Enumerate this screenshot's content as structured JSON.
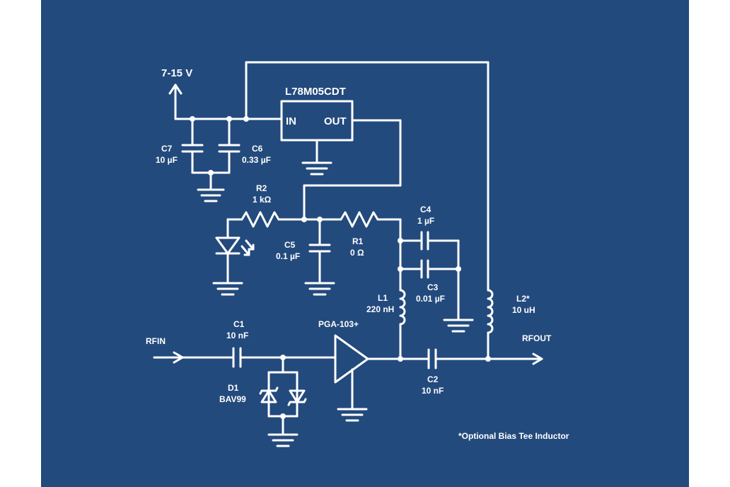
{
  "supply_label": "7-15 V",
  "regulator": {
    "name": "L78M05CDT",
    "pin_in": "IN",
    "pin_out": "OUT"
  },
  "c7": {
    "ref": "C7",
    "value": "10 µF"
  },
  "c6": {
    "ref": "C6",
    "value": "0.33 µF"
  },
  "r2": {
    "ref": "R2",
    "value": "1 kΩ"
  },
  "c5": {
    "ref": "C5",
    "value": "0.1 µF"
  },
  "r1": {
    "ref": "R1",
    "value": "0 Ω"
  },
  "c4": {
    "ref": "C4",
    "value": "1 µF"
  },
  "c3": {
    "ref": "C3",
    "value": "0.01 µF"
  },
  "l1": {
    "ref": "L1",
    "value": "220 nH"
  },
  "l2": {
    "ref": "L2*",
    "value": "10 uH"
  },
  "c1": {
    "ref": "C1",
    "value": "10 nF"
  },
  "d1": {
    "ref": "D1",
    "value": "BAV99"
  },
  "amp": {
    "name": "PGA-103+"
  },
  "c2": {
    "ref": "C2",
    "value": "10 nF"
  },
  "rfin_label": "RFIN",
  "rfout_label": "RFOUT",
  "footnote": "*Optional Bias Tee Inductor",
  "colors": {
    "background": "#234a7c",
    "ink": "#ffffff"
  }
}
